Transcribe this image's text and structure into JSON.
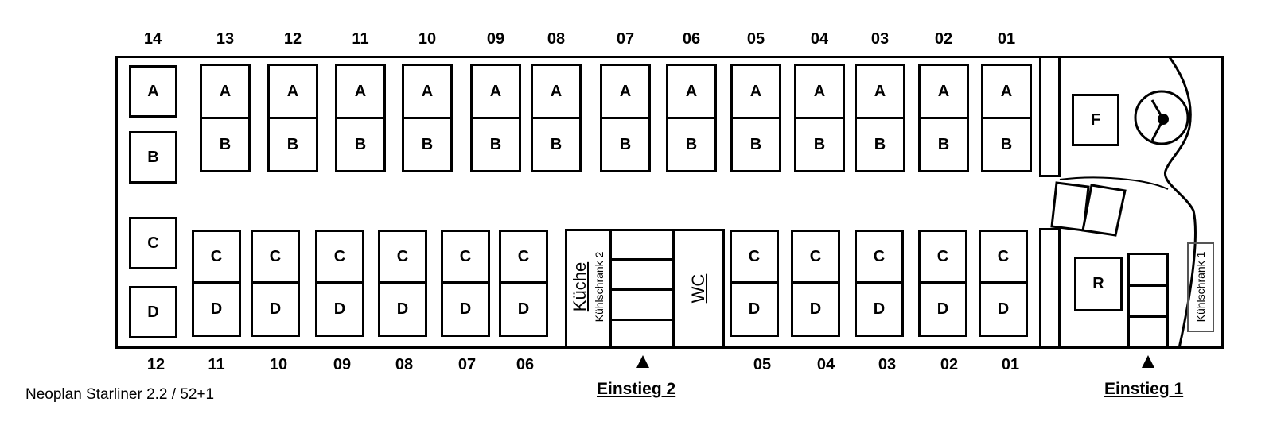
{
  "title": "Neoplan Starliner 2.2 / 52+1",
  "top_rows": [
    "14",
    "13",
    "12",
    "11",
    "10",
    "09",
    "08",
    "07",
    "06",
    "05",
    "04",
    "03",
    "02",
    "01"
  ],
  "bottom_rows": [
    "12",
    "11",
    "10",
    "09",
    "08",
    "07",
    "06",
    "05",
    "04",
    "03",
    "02",
    "01"
  ],
  "seat_letters": {
    "a": "A",
    "b": "B",
    "c": "C",
    "d": "D"
  },
  "kitchen": "Küche",
  "fridge2": "Kühlschrank 2",
  "wc": "WC",
  "fridge1": "Kühlschrank 1",
  "driver_seat": "F",
  "guide_seat": "R",
  "entrance2": "Einstieg 2",
  "entrance1": "Einstieg 1"
}
